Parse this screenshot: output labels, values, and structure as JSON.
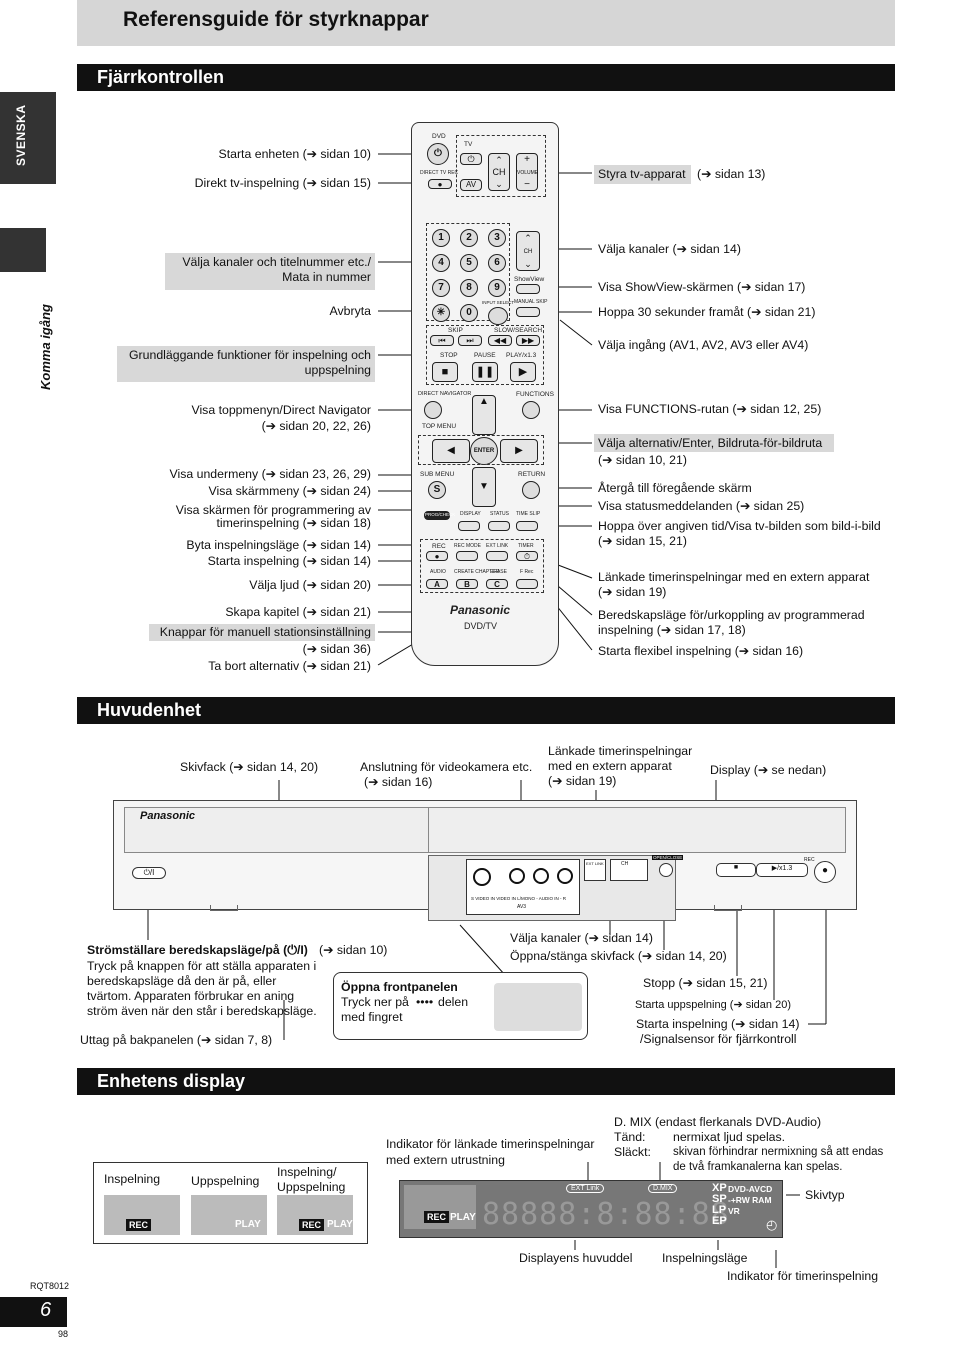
{
  "header": {
    "title": "Referensguide för styrknappar"
  },
  "sidebar": {
    "lang_tab": "SVENSKA",
    "section_label": "Komma igång"
  },
  "sections": {
    "remote": "Fjärrkontrollen",
    "main_unit": "Huvudenhet",
    "display": "Enhetens display"
  },
  "remote_labels_left": [
    "Starta enheten (➔ sidan 10)",
    "Direkt tv-inspelning (➔ sidan 15)",
    "Välja kanaler och titelnummer etc./",
    "Mata in nummer",
    "Avbryta",
    "Grundläggande funktioner för inspelning och",
    "uppspelning",
    "Visa toppmenyn/Direct Navigator",
    "(➔ sidan 20, 22, 26)",
    "Visa undermeny (➔ sidan 23, 26, 29)",
    "Visa skärmmeny (➔ sidan 24)",
    "Visa skärmen för programmering av",
    "timerinspelning (➔ sidan 18)",
    "Byta inspelningsläge (➔ sidan 14)",
    "Starta inspelning (➔ sidan 14)",
    "Välja ljud (➔ sidan 20)",
    "Skapa kapitel (➔ sidan 21)",
    "Knappar för manuell stationsinställning",
    "(➔ sidan 36)",
    "Ta bort alternativ (➔ sidan 21)"
  ],
  "remote_labels_right": [
    "Styra tv-apparat",
    "(➔ sidan 13)",
    "Välja kanaler (➔ sidan 14)",
    "Visa ShowView-skärmen (➔ sidan 17)",
    "Hoppa 30 sekunder framåt (➔ sidan 21)",
    "Välja ingång (AV1, AV2, AV3 eller AV4)",
    "Visa FUNCTIONS-rutan (➔ sidan 12, 25)",
    "Välja alternativ/Enter, Bildruta-för-bildruta",
    "(➔ sidan 10, 21)",
    "Återgå till föregående skärm",
    "Visa statusmeddelanden (➔ sidan 25)",
    "Hoppa över angiven tid/Visa tv-bilden som bild-i-bild",
    "(➔ sidan 15, 21)",
    "Länkade timerinspelningar med en extern apparat",
    "(➔ sidan 19)",
    "Beredskapsläge för/urkoppling av programmerad",
    "inspelning (➔ sidan 17, 18)",
    "Starta flexibel inspelning (➔ sidan 16)"
  ],
  "remote": {
    "brand": "Panasonic",
    "model": "DVD/TV",
    "keys": [
      "DVD",
      "DIRECT TV REC",
      "TV",
      "CH",
      "VOLUME",
      "AV",
      "ShowView",
      "MANUAL SKIP",
      "INPUT SELECT",
      "SKIP",
      "SLOW/SEARCH",
      "STOP",
      "PAUSE",
      "PLAY/x1.3",
      "DIRECT NAVIGATOR",
      "FUNCTIONS",
      "TOP MENU",
      "ENTER",
      "SUB MENU",
      "RETURN",
      "PROG/CHECK",
      "DISPLAY",
      "STATUS",
      "TIME SLIP",
      "REC",
      "REC MODE",
      "EXT LINK",
      "TIMER",
      "AUDIO",
      "CREATE CHAPTER",
      "ERASE",
      "F Rec",
      "S",
      "A",
      "B",
      "C"
    ],
    "digits": [
      "1",
      "2",
      "3",
      "4",
      "5",
      "6",
      "7",
      "8",
      "9",
      "0"
    ]
  },
  "unit_labels": {
    "tray": "Skivfack (➔ sidan 14, 20)",
    "camcorder_1": "Anslutning för videokamera etc.",
    "camcorder_2": "(➔ sidan 16)",
    "ext_link_1": "Länkade timerinspelningar",
    "ext_link_2": "med en extern apparat",
    "ext_link_3": "(➔ sidan 19)",
    "display": "Display (➔ se nedan)",
    "power_title": "Strömställare beredskapsläge/på (⏻/I)",
    "power_ref": "(➔ sidan 10)",
    "power_desc": [
      "Tryck på knappen för att ställa apparaten i",
      "beredskapsläge då den är på, eller",
      "tvärtom. Apparaten förbrukar en aning",
      "ström även när den står i beredskapsläge."
    ],
    "rear_outlet": "Uttag på bakpanelen (➔ sidan 7, 8)",
    "open_front_title": "Öppna frontpanelen",
    "open_front_1": "Tryck ner på",
    "open_front_2": "delen",
    "open_front_3": "med fingret",
    "channels": "Välja kanaler (➔ sidan 14)",
    "open_close": "Öppna/stänga skivfack (➔ sidan 14, 20)",
    "stop": "Stopp (➔ sidan 15, 21)",
    "start_play": "Starta uppspelning (➔ sidan 20)",
    "start_rec": "Starta inspelning (➔ sidan 14)",
    "sensor": "/Signalsensor för fjärrkontroll",
    "unit_brand": "Panasonic",
    "front_jacks": "S VIDEO IN   VIDEO IN   L/MONO - AUDIO IN - R",
    "front_av": "AV3",
    "ext_link_key": "EXT LINK",
    "ch_key": "CH",
    "open_close_key": "OPEN/CLOSE",
    "rec_key": "REC"
  },
  "display_labels": {
    "linked_ind_1": "Indikator för länkade timerinspelningar",
    "linked_ind_2": "med extern utrustning",
    "dmix_1": "D. MIX (endast flerkanals DVD-Audio)",
    "dmix_on_k": "Tänd:",
    "dmix_on_v": "nermixat ljud spelas.",
    "dmix_off_k": "Släckt:",
    "dmix_off_v1": "skivan förhindrar nermixning så att endas",
    "dmix_off_v2": "de två framkanalerna kan spelas.",
    "disc_type": "Skivtyp",
    "main_part": "Displayens huvuddel",
    "rec_mode": "Inspelningsläge",
    "timer_ind": "Indikator för timerinspelning",
    "modes": [
      {
        "label": "Inspelning",
        "tag1": "REC",
        "tag2": ""
      },
      {
        "label": "Uppspelning",
        "tag1": "",
        "tag2": "PLAY"
      },
      {
        "label": "Inspelning/ Uppspelning",
        "tag1": "REC",
        "tag2": "PLAY"
      }
    ],
    "ext_link_tag": "EXT Link",
    "dmix_tag": "D.MIX",
    "rec_tag": "REC",
    "play_tag": "PLAY",
    "modes_codes": [
      "XP",
      "SP",
      "LP",
      "EP"
    ],
    "disc_codes": [
      "DVD-AVCD",
      "-+RW RAM",
      "VR"
    ]
  },
  "footer": {
    "code": "RQT8012",
    "page": "6",
    "sub_page": "98"
  }
}
